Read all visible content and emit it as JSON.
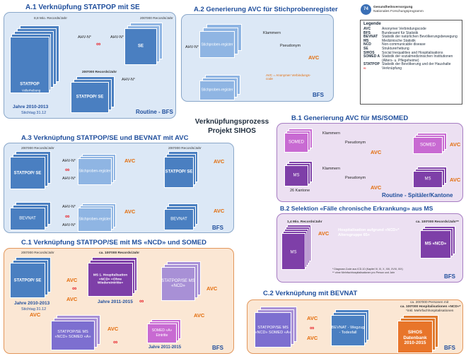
{
  "center_title": [
    "Verknüpfungsprozess",
    "Projekt SIHOS"
  ],
  "logo": {
    "number": "74",
    "line1": "Gesundheitsversorgung",
    "line2": "Nationales Forschungsprogramm"
  },
  "legend": {
    "title": "Legende",
    "entries": [
      {
        "abbr": "AVC",
        "desc": "Anonymer Verbindungscode"
      },
      {
        "abbr": "BFS",
        "desc": "Bundesamt für Statistik"
      },
      {
        "abbr": "BEVNAT",
        "desc": "Statistik der natürlichen Bevölkerungsbewegung"
      },
      {
        "abbr": "MS",
        "desc": "Medizinische Statistik"
      },
      {
        "abbr": "NCD",
        "desc": "Non-communicable disease"
      },
      {
        "abbr": "SE",
        "desc": "Strukturerhebung"
      },
      {
        "abbr": "SIHOS",
        "desc": "Social Inequalities and Hospitalisations"
      },
      {
        "abbr": "SOMED A",
        "desc": "Statistik der sozialmedizinischen Institutionen (Alters- u. Pflegeheime)"
      },
      {
        "abbr": "STATPOP",
        "desc": "Statistik der Bevölkerung und der Haushalte"
      },
      {
        "abbr": "∞",
        "desc": "Verknüpfung"
      }
    ]
  },
  "a1": {
    "title": "A.1 Verknüpfung STATPOP mit SE",
    "statpop_count": "8,8 Mio. Records/Jahr",
    "statpop_label": "STATPOP",
    "statpop_sub": "Vollerhebung",
    "se_count": "200'000 Records/Jahr",
    "se_label": "SE",
    "ahv1": "AHV-N°",
    "ahv2": "AHV-N°",
    "ahv3": "AHV-N°",
    "result_count": "200'000 Records/Jahr",
    "result_label": "STATPOP/ SE",
    "years": "Jahre 2010-2013",
    "stichtag": "Stichtag 31.12",
    "footer": "Routine - BFS"
  },
  "a2": {
    "title": "A.2 Generierung AVC für Stichprobenregister",
    "ahv": "AHV-N°",
    "stack1": "Stichproben-register",
    "klammern": "Klammern",
    "pseudonym": "Pseudonym",
    "avc": "AVC",
    "stack2": "Stichproben-register",
    "avc_note": "AVC = Anonymer Verbindungs-code",
    "footer": "BFS"
  },
  "a3": {
    "title": "A.3 Verknüpfung STATPOP/SE und BEVNAT mit AVC",
    "count1": "200'000 Records/Jahr",
    "count2": "200'000 Records/Jahr",
    "statpop": "STATPOP/ SE",
    "ahv_a": "AHV-N°",
    "ahv_b": "AHV-N°",
    "ahv_c": "AHV-N°",
    "ahv_d": "AHV-N°",
    "stich1": "Stichproben-register",
    "stich2": "Stichproben-register",
    "avc": "AVC",
    "result1": "STATPOP/ SE",
    "bevnat": "BEVNAT",
    "result2": "BEVNAT",
    "footer": "BFS"
  },
  "b1": {
    "title": "B.1 Generierung AVC für MS/SOMED",
    "somed": "SOMED",
    "ms": "MS",
    "klammern1": "Klammern",
    "pseudonym1": "Pseudonym",
    "klammern2": "Klammern",
    "pseudonym2": "Pseudonym",
    "avc": "AVC",
    "result_somed": "SOMED",
    "result_ms": "MS",
    "kantone": "26 Kantone",
    "footer": "Routine - Spitäler/Kantone"
  },
  "b2": {
    "title": "B.2 Selektion «Fälle chronische Erkrankung» aus MS",
    "count_in": "1,4 Mio. Records/Jahr",
    "ms": "MS",
    "avc": "AVC",
    "filter": "Hospitalisation aufgrund «NCD»* Altersgruppe 65+",
    "count_out": "ca. 100'000 Records/Jahr**",
    "result": "MS «NCD»",
    "note1": "* Diagnose-Code aus ICD-10 (Kapitel IV, IX, X, XIII, XVIII, XIX)",
    "note2": "** ohne Mehrfachhospitalisationen pro Person und Jahr",
    "footer": "BFS"
  },
  "c1": {
    "title": "C.1 Verknüpfung STATPOP/SE mit MS «NCD» und SOMED",
    "count_in": "200'000 Records/Jahr",
    "count_ms": "ca. 100'000 Records/Jahr",
    "statpop": "STATPOP/ SE",
    "years": "Jahre 2010-2013",
    "stichtag": "Stichtag 31.12",
    "avc": "AVC",
    "ms_box": "MS 1. Hospitalisation «NCD» «Ohne Wiedereintritte»",
    "ms_years": "Jahre 2011-2015",
    "result1": "STATPOP/SE MS «NCD»",
    "somed_in": "SOMED «A» Eintritte",
    "somed_years": "Jahre 2011-2015",
    "result2": "STATPOP/SE MS «NCD» SOMED «A»",
    "footer": "BFS"
  },
  "c2": {
    "title": "C.2 Verknüpfung mit BEVNAT",
    "count1": "ca. 200'000 Personen mit",
    "count2": "ca. 100'000 Hospitalisationen «NCD»*",
    "count3": "*inkl. Mehrfachhospitalisationen",
    "input": "STATPOP/SE MS «NCD» SOMED «A»",
    "avc": "AVC",
    "bevnat": "BEVNAT - Wegzug - Todesfall",
    "sihos": "SIHOS Datenbank 2010-2015",
    "footer": "BFS"
  },
  "colors": {
    "blue_panel": "#dce8f6",
    "purple_panel": "#ece0f2",
    "orange_panel": "#fbe7d4",
    "avc_orange": "#e36c0a",
    "link_red": "#e8232a",
    "arrow_green": "#5fb334",
    "title_blue": "#1f4e9c"
  }
}
